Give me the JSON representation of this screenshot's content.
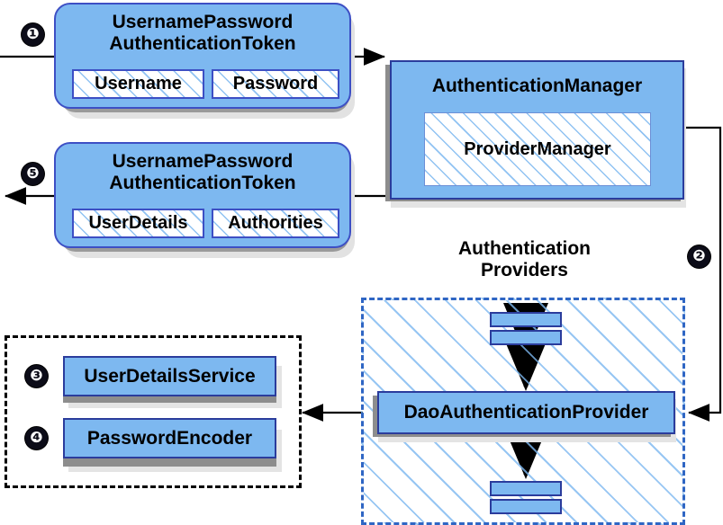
{
  "diagram": {
    "title": "Spring Security Username/Password Authentication Flow",
    "accent_blue": "#7db8f0",
    "border_blue": "#3d4fc4",
    "dash_blue": "#2f66c4",
    "badge_bg": "#0c0c18"
  },
  "steps": {
    "one": "❶",
    "two": "❷",
    "three": "❸",
    "four": "❹",
    "five": "❺"
  },
  "request_token": {
    "title": "UsernamePassword\nAuthenticationToken",
    "fields": [
      {
        "label": "Username"
      },
      {
        "label": "Password"
      }
    ]
  },
  "response_token": {
    "title": "UsernamePassword\nAuthenticationToken",
    "fields": [
      {
        "label": "UserDetails"
      },
      {
        "label": "Authorities"
      }
    ]
  },
  "authentication_manager": {
    "title": "AuthenticationManager",
    "inner": "ProviderManager"
  },
  "providers_group": {
    "caption": "Authentication\nProviders",
    "main_provider": "DaoAuthenticationProvider",
    "placeholder_count": 4
  },
  "services_group": {
    "items": [
      {
        "label": "UserDetailsService",
        "step": "❸"
      },
      {
        "label": "PasswordEncoder",
        "step": "❹"
      }
    ]
  }
}
